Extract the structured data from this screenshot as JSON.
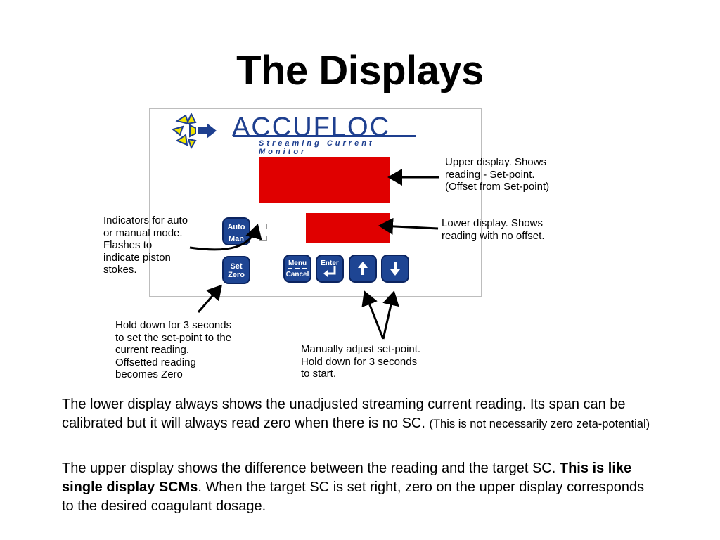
{
  "slide": {
    "title": "The Displays"
  },
  "device": {
    "brand": "ACCUFLOC",
    "tagline": "Streaming Current Monitor",
    "keys": {
      "auto_label": "Auto",
      "man_label": "Man",
      "set_label": "Set",
      "zero_label": "Zero",
      "menu_label": "Menu",
      "cancel_label": "Cancel",
      "enter_label": "Enter",
      "up_icon": "arrow-up-icon",
      "down_icon": "arrow-down-icon",
      "enter_icon": "return-arrow-icon"
    },
    "colors": {
      "display": "#e00000",
      "key": "#1e4593",
      "brand": "#1e3f8f",
      "logo_yellow": "#f2e600"
    }
  },
  "annotations": {
    "upper": [
      "Upper display. Shows",
      "reading - Set-point.",
      "(Offset from Set-point)"
    ],
    "lower": [
      "Lower display. Shows",
      "reading with no offset."
    ],
    "indicators": [
      "Indicators for auto",
      "or manual mode.",
      "Flashes to",
      "indicate piston",
      "stokes."
    ],
    "set_zero": [
      "Hold down for 3 seconds",
      "to set the set-point to the",
      "current reading.",
      "Offsetted reading",
      "becomes Zero"
    ],
    "manual": [
      "Manually adjust set-point.",
      "Hold down for 3 seconds",
      "to start."
    ]
  },
  "body": {
    "p1_main": "The lower display always shows the unadjusted streaming current reading. Its span can be calibrated but it will always read zero when there is no SC. ",
    "p1_small": "(This is not necessarily zero zeta-potential)",
    "p2_start": "The upper display shows the difference between the reading and the target SC. ",
    "p2_bold": "This is like single display SCMs",
    "p2_end": ". When the target SC is set right, zero on the upper display corresponds to the desired coagulant dosage."
  }
}
